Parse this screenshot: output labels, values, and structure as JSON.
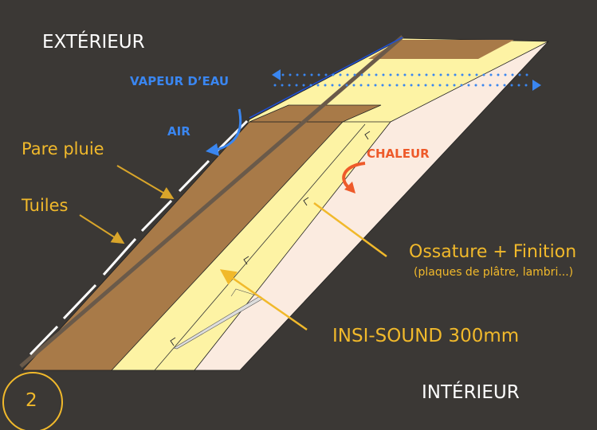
{
  "labels": {
    "exterior": "EXTÉRIEUR",
    "interior": "INTÉRIEUR",
    "vapour": "VAPEUR D’EAU",
    "air": "AIR",
    "heat": "CHALEUR",
    "rain_barrier": "Pare pluie",
    "tiles": "Tuiles",
    "frame_finish": "Ossature + Finition",
    "frame_finish_note": "(plaques de plâtre, lambri...)",
    "insulation": "INSI-SOUND 300mm"
  },
  "slide_number": "2",
  "colors": {
    "background": "#3b3835",
    "wood": "#a87a48",
    "insulation": "#fdf3a4",
    "finish": "#fbebe0",
    "gold": "#f1b92b",
    "blue": "#3a86f0",
    "orange": "#ee5a2a"
  }
}
